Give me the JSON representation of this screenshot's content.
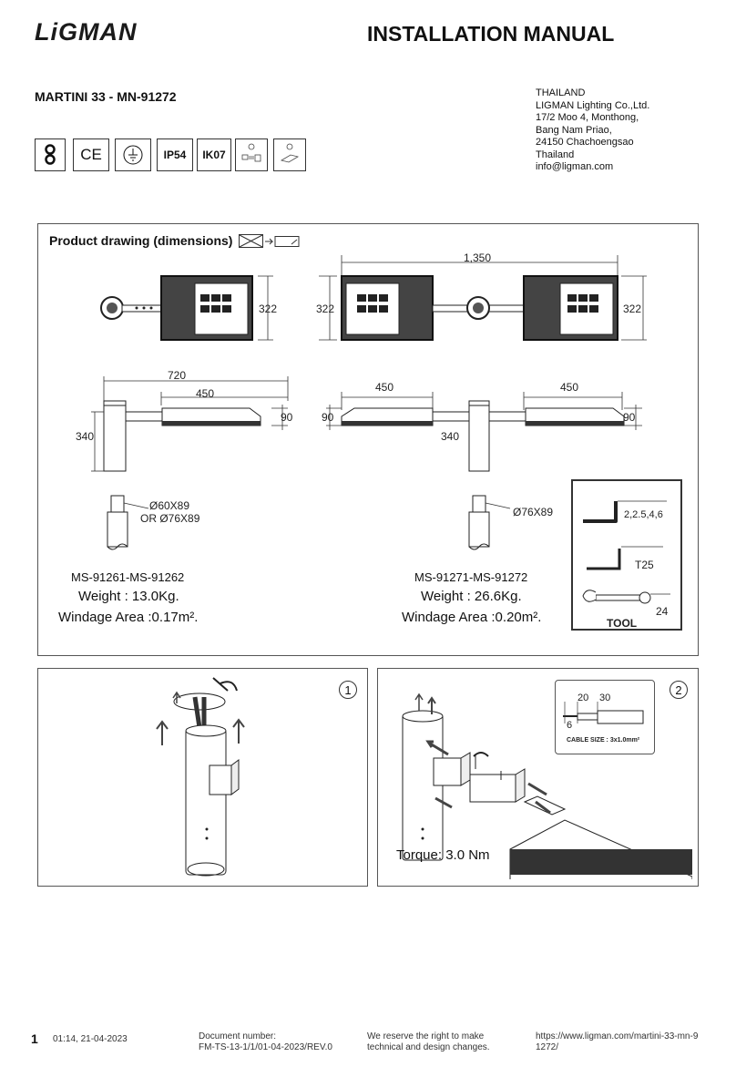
{
  "header": {
    "logo": "LiGMAN",
    "title": "INSTALLATION MANUAL",
    "model": "MARTINI 33 - MN-91272",
    "address": [
      "THAILAND",
      "LIGMAN Lighting Co.,Ltd.",
      "17/2 Moo 4, Monthong,",
      "Bang Nam Priao,",
      "24150 Chachoengsao",
      "Thailand",
      "info@ligman.com"
    ]
  },
  "certs": {
    "ip": "IP54",
    "ik": "IK07"
  },
  "drawing": {
    "title": "Product drawing (dimensions)",
    "dims": {
      "total_width": "1,350",
      "height_322": "322",
      "arm_720": "720",
      "len_450": "450",
      "h_90": "90",
      "h_340": "340"
    },
    "single": {
      "pole": "Ø60X89",
      "pole_alt": "OR Ø76X89",
      "code": "MS-91261-MS-91262",
      "weight": "Weight : 13.0Kg.",
      "windage": "Windage Area :0.17m²."
    },
    "double": {
      "pole": "Ø76X89",
      "code": "MS-91271-MS-91272",
      "weight": "Weight : 26.6Kg.",
      "windage": "Windage Area :0.20m²."
    },
    "tool": {
      "title": "TOOL",
      "hex": "2,2.5,4,6",
      "torx": "T25",
      "wrench": "24"
    }
  },
  "step1": {
    "number": "1"
  },
  "step2": {
    "number": "2",
    "dim_20": "20",
    "dim_30": "30",
    "dim_6": "6",
    "cable": "CABLE SIZE : 3x1.0mm²",
    "torque": "Torque: 3.0 Nm"
  },
  "footer": {
    "page": "1",
    "time": "01:14, 21-04-2023",
    "doc_label": "Document number:",
    "doc_number": "FM-TS-13-1/1/01-04-2023/REV.0",
    "reserve1": "We reserve the right to make",
    "reserve2": "technical and design changes.",
    "url1": "https://www.ligman.com/martini-33-mn-9",
    "url2": "1272/"
  }
}
